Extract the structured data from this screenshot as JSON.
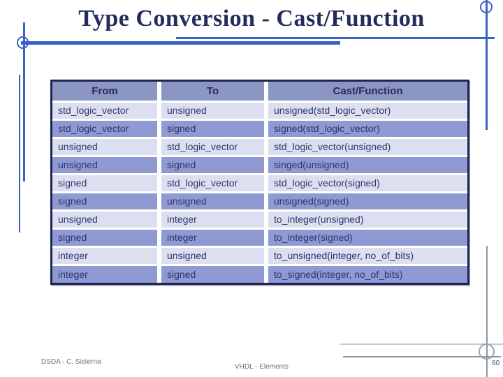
{
  "slide": {
    "title": "Type Conversion - Cast/Function"
  },
  "table": {
    "headers": [
      "From",
      "To",
      "Cast/Function"
    ],
    "rows": [
      {
        "from": "std_logic_vector",
        "to": "unsigned",
        "cast": "unsigned(std_logic_vector)"
      },
      {
        "from": "std_logic_vector",
        "to": "signed",
        "cast": "signed(std_logic_vector)"
      },
      {
        "from": "unsigned",
        "to": "std_logic_vector",
        "cast": "std_logic_vector(unsigned)"
      },
      {
        "from": "unsigned",
        "to": "signed",
        "cast": "singed(unsigned)"
      },
      {
        "from": "signed",
        "to": "std_logic_vector",
        "cast": "std_logic_vector(signed)"
      },
      {
        "from": "signed",
        "to": "unsigned",
        "cast": "unsigned(signed)"
      },
      {
        "from": "unsigned",
        "to": "integer",
        "cast": "to_integer(unsigned)"
      },
      {
        "from": "signed",
        "to": "integer",
        "cast": "to_integer(signed)"
      },
      {
        "from": "integer",
        "to": "unsigned",
        "cast": "to_unsigned(integer, no_of_bits)"
      },
      {
        "from": "integer",
        "to": "signed",
        "cast": "to_signed(integer, no_of_bits)"
      }
    ]
  },
  "footer": {
    "left": "DSDA - C. Sisterna",
    "center": "VHDL - Elements",
    "page_number": "60"
  },
  "colors": {
    "accent_blue": "#3a62c4",
    "header_bg": "#8b96c2",
    "row_light": "#dcdfef",
    "row_dark": "#8e9ad1",
    "table_border": "#1e2455",
    "title_text": "#232c5c",
    "cell_text": "#2f356e"
  }
}
